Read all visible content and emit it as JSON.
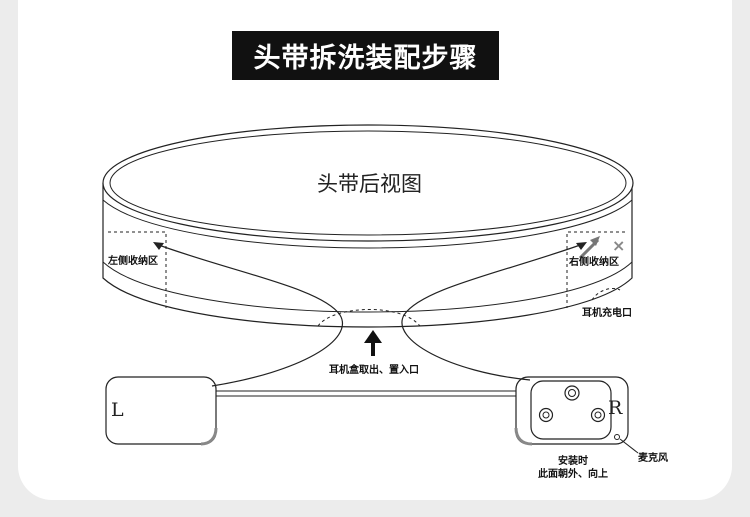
{
  "title": "头带拆洗装配步骤",
  "headband_label": "头带后视图",
  "left_storage_label": "左侧收纳区",
  "right_storage_label": "右侧收纳区",
  "charging_port_label": "耳机充电口",
  "case_label": "耳机盒取出、置入口",
  "left_earbud_letter": "L",
  "right_earbud_letter": "R",
  "mic_label": "麦克风",
  "install_note": {
    "line1": "安装时",
    "line2": "此面朝外、向上"
  },
  "colors": {
    "title_bg": "#111111",
    "title_text": "#ffffff",
    "line": "#222222",
    "page_bg": "#ececec",
    "card_bg": "#ffffff",
    "accent_gray": "#888888"
  }
}
